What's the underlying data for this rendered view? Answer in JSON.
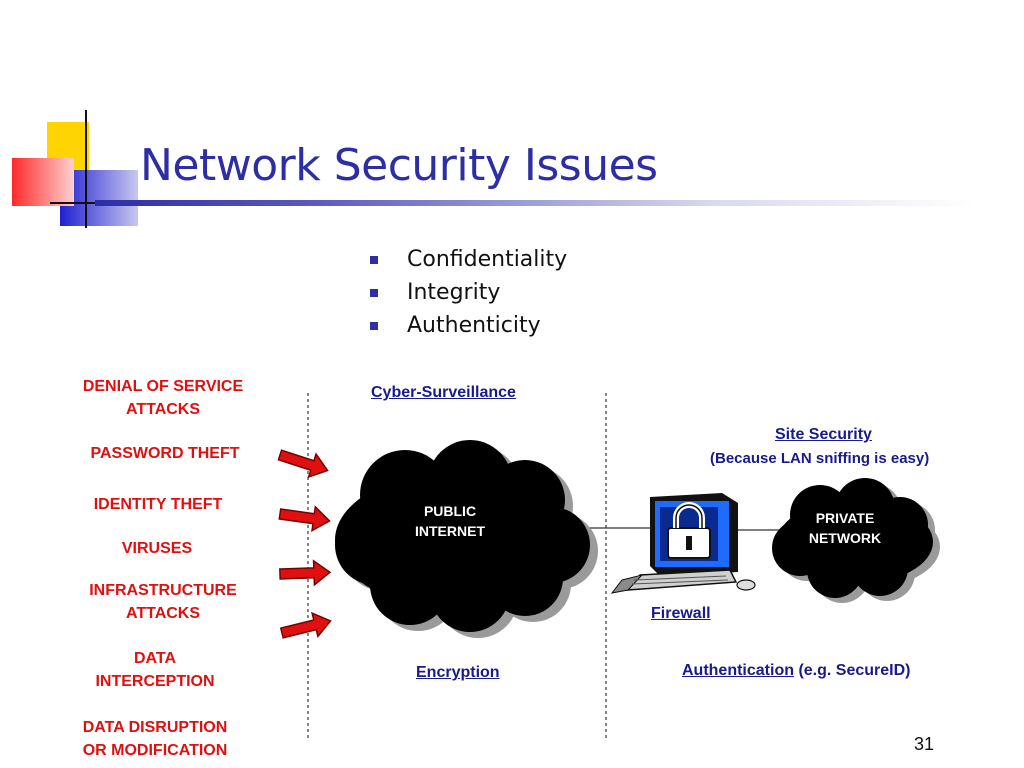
{
  "slide": {
    "title": "Network Security Issues",
    "page_number": "31"
  },
  "bullets": [
    "Confidentiality",
    "Integrity",
    "Authenticity"
  ],
  "threats": {
    "dos_line1": "DENIAL OF SERVICE",
    "dos_line2": "ATTACKS",
    "password": "PASSWORD THEFT",
    "identity": "IDENTITY THEFT",
    "viruses": "VIRUSES",
    "infra_line1": "INFRASTRUCTURE",
    "infra_line2": "ATTACKS",
    "intercept_line1": "DATA",
    "intercept_line2": "INTERCEPTION",
    "disrupt_line1": "DATA DISRUPTION",
    "disrupt_line2": "OR MODIFICATION"
  },
  "labels": {
    "cyber_surveillance": "Cyber-Surveillance",
    "site_security": "Site Security",
    "site_security_note": "(Because LAN sniffing is easy)",
    "public_internet_line1": "PUBLIC",
    "public_internet_line2": "INTERNET",
    "private_network_line1": "PRIVATE",
    "private_network_line2": "NETWORK",
    "firewall": "Firewall",
    "encryption": "Encryption",
    "authentication": "Authentication",
    "authentication_note": "(e.g. SecureID)"
  },
  "colors": {
    "title_blue": "#2d2da6",
    "threat_red": "#e01010",
    "link_blue": "#1a1a8c",
    "cloud_black": "#000000"
  },
  "icons": [
    "lock-computer-icon",
    "red-arrow-icon"
  ]
}
